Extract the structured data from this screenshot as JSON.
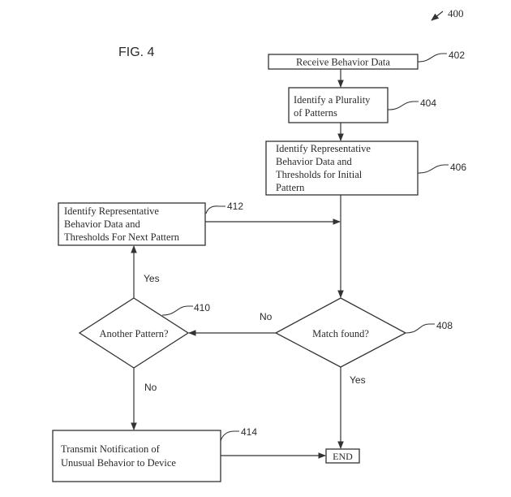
{
  "figure": {
    "title": "FIG. 4",
    "reference_number": "400"
  },
  "nodes": {
    "n402": {
      "ref": "402",
      "type": "process",
      "lines": [
        "Receive Behavior Data"
      ]
    },
    "n404": {
      "ref": "404",
      "type": "process",
      "lines": [
        "Identify a Plurality",
        "of Patterns"
      ]
    },
    "n406": {
      "ref": "406",
      "type": "process",
      "lines": [
        "Identify Representative",
        "Behavior Data and",
        "Thresholds for Initial",
        "Pattern"
      ]
    },
    "n408": {
      "ref": "408",
      "type": "decision",
      "lines": [
        "Match found?"
      ]
    },
    "n410": {
      "ref": "410",
      "type": "decision",
      "lines": [
        "Another Pattern?"
      ]
    },
    "n412": {
      "ref": "412",
      "type": "process",
      "lines": [
        "Identify Representative",
        "Behavior Data and",
        "Thresholds For Next Pattern"
      ]
    },
    "n414": {
      "ref": "414",
      "type": "process",
      "lines": [
        "Transmit Notification of",
        "Unusual Behavior to Device"
      ]
    },
    "end": {
      "type": "terminal",
      "lines": [
        "END"
      ]
    }
  },
  "edges": [
    {
      "from": "402",
      "to": "404",
      "label": ""
    },
    {
      "from": "404",
      "to": "406",
      "label": ""
    },
    {
      "from": "406",
      "to": "408",
      "label": ""
    },
    {
      "from": "412",
      "to": "408",
      "label": ""
    },
    {
      "from": "408",
      "to": "410",
      "label": "No"
    },
    {
      "from": "408",
      "to": "END",
      "label": "Yes"
    },
    {
      "from": "410",
      "to": "412",
      "label": "Yes"
    },
    {
      "from": "410",
      "to": "414",
      "label": "No"
    },
    {
      "from": "414",
      "to": "END",
      "label": ""
    }
  ],
  "edge_labels": {
    "e408_no": "No",
    "e408_yes": "Yes",
    "e410_yes": "Yes",
    "e410_no": "No"
  }
}
